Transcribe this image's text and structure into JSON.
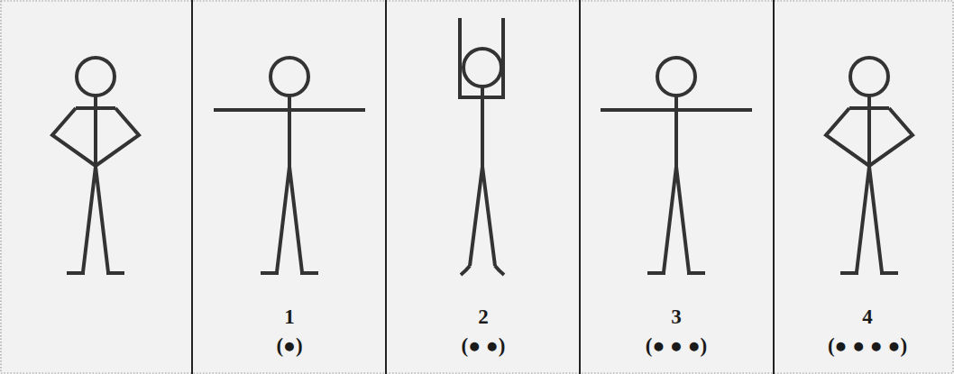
{
  "diagram": {
    "labels": [
      "1",
      "(●)",
      "2",
      "(● ●)",
      "3",
      "(● ● ●)",
      "4",
      "(● ● ● ●)"
    ]
  }
}
